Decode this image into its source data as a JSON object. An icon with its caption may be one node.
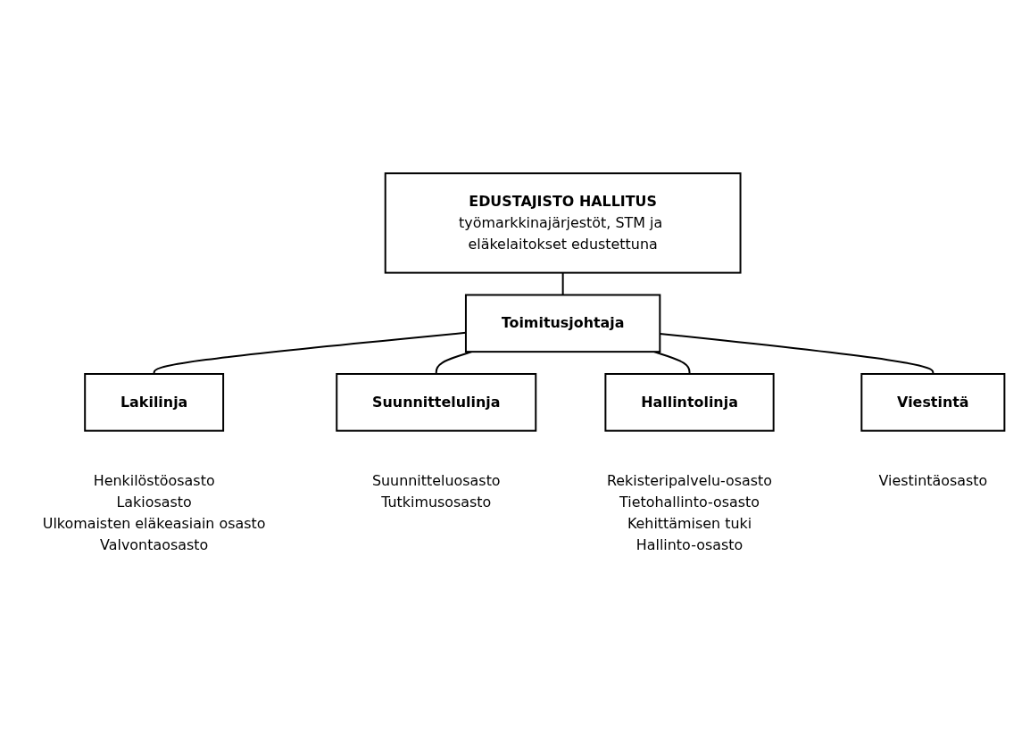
{
  "diagram": {
    "nodes": [
      {
        "text": [
          "EDUSTAJISTO HALLITUS",
          "työmarkkinajärjestöt, STM ja eläkelaitokset edustettuna"
        ]
      },
      {
        "text": [
          "Toimitusjohtaja"
        ]
      },
      {
        "text": [
          "Lakilinja"
        ],
        "beside": [
          "Henkilöstöosasto",
          "Lakiosasto",
          "Ulkomaisten eläkeasiain osasto",
          "Valvontaosasto"
        ]
      },
      {
        "text": [
          "Suunnittelulinja"
        ],
        "beside": [
          "Suunnitteluosasto",
          "Tutkimusosasto"
        ]
      },
      {
        "text": [
          "Hallintolinja"
        ],
        "beside": [
          "Rekisteripalvelu-osasto",
          "Tietohallinto-osasto",
          "Kehittämisen tuki",
          "Hallinto-osasto"
        ]
      },
      {
        "text": [
          "Viestintä"
        ],
        "beside": [
          "Viestintäosasto"
        ]
      }
    ],
    "edges": [
      {
        "from": 0,
        "to": 1,
        "arrow": "none"
      },
      {
        "from": 1,
        "to": 2,
        "arrow": "none"
      },
      {
        "from": 1,
        "to": 3,
        "arrow": "none"
      },
      {
        "from": 1,
        "to": 4,
        "arrow": "none"
      },
      {
        "from": 1,
        "to": 5,
        "arrow": "none"
      }
    ]
  }
}
